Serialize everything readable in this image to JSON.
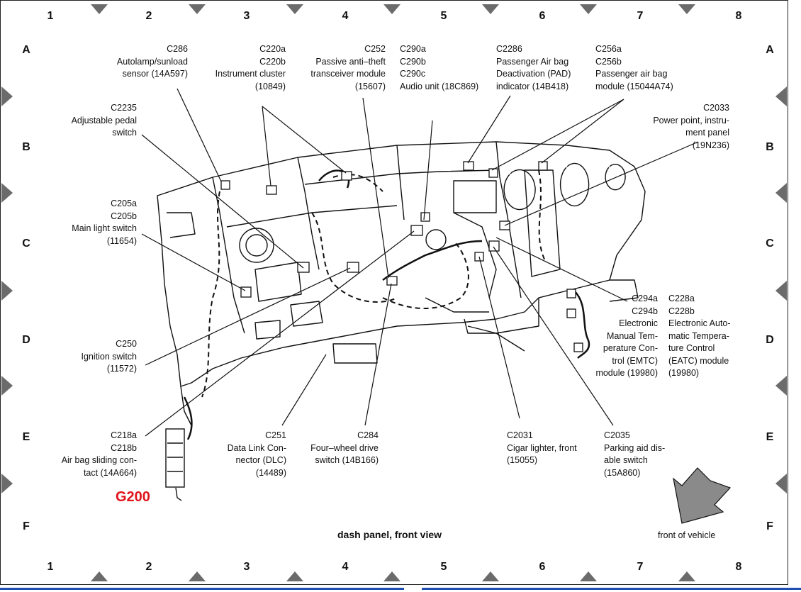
{
  "grid": {
    "columns": [
      "1",
      "2",
      "3",
      "4",
      "5",
      "6",
      "7",
      "8"
    ],
    "rows": [
      "A",
      "B",
      "C",
      "D",
      "E",
      "F"
    ]
  },
  "labels": {
    "c286": {
      "code": "C286",
      "line1": "Autolamp/sunload",
      "line2": "sensor (14A597)"
    },
    "c220": {
      "code1": "C220a",
      "code2": "C220b",
      "line1": "Instrument cluster",
      "line2": "(10849)"
    },
    "c252": {
      "code": "C252",
      "line1": "Passive anti–theft",
      "line2": "transceiver module",
      "line3": "(15607)"
    },
    "c290": {
      "code1": "C290a",
      "code2": "C290b",
      "code3": "C290c",
      "line1": "Audio unit (18C869)"
    },
    "c2286": {
      "code": "C2286",
      "line1": "Passenger Air bag",
      "line2": "Deactivation (PAD)",
      "line3": "indicator (14B418)"
    },
    "c256": {
      "code1": "C256a",
      "code2": "C256b",
      "line1": "Passenger air bag",
      "line2": "module (15044A74)"
    },
    "c2033": {
      "code": "C2033",
      "line1": "Power point, instru-",
      "line2": "ment panel",
      "line3": "(19N236)"
    },
    "c2235": {
      "code": "C2235",
      "line1": "Adjustable pedal",
      "line2": "switch"
    },
    "c205": {
      "code1": "C205a",
      "code2": "C205b",
      "line1": "Main light switch",
      "line2": "(11654)"
    },
    "c250": {
      "code": "C250",
      "line1": "Ignition switch",
      "line2": "(11572)"
    },
    "c218": {
      "code1": "C218a",
      "code2": "C218b",
      "line1": "Air bag sliding con-",
      "line2": "tact (14A664)"
    },
    "c251": {
      "code": "C251",
      "line1": "Data Link Con-",
      "line2": "nector (DLC)",
      "line3": "(14489)"
    },
    "c284": {
      "code": "C284",
      "line1": "Four–wheel drive",
      "line2": "switch (14B166)"
    },
    "c2031": {
      "code": "C2031",
      "line1": "Cigar lighter, front",
      "line2": "(15055)"
    },
    "c2035": {
      "code": "C2035",
      "line1": "Parking aid dis-",
      "line2": "able switch",
      "line3": "(15A860)"
    },
    "c294": {
      "code1": "C294a",
      "code2": "C294b",
      "line1": "Electronic",
      "line2": "Manual Tem-",
      "line3": "perature Con-",
      "line4": "trol (EMTC)",
      "line5": "module (19980)"
    },
    "c228": {
      "code1": "C228a",
      "code2": "C228b",
      "line1": "Electronic Auto-",
      "line2": "matic Tempera-",
      "line3": "ture Control",
      "line4": "(EATC) module",
      "line5": "(19980)"
    }
  },
  "ground": "G200",
  "caption": "dash panel, front view",
  "orientation": "front of vehicle",
  "colors": {
    "ground": "#e0141a",
    "bar": "#1f4fb0",
    "line": "#111111",
    "marker": "#6b6b6b"
  }
}
